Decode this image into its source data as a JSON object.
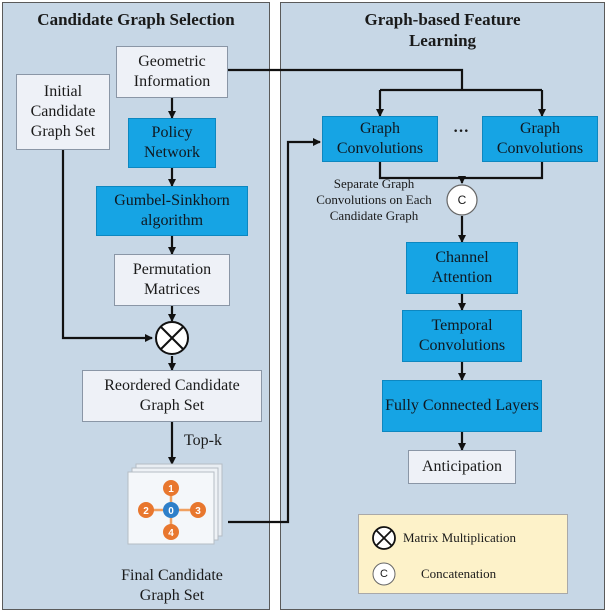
{
  "left_panel": {
    "title": "Candidate Graph Selection",
    "geometric_info": "Geometric Information",
    "initial_set": "Initial Candidate Graph Set",
    "policy_network": "Policy Network",
    "gumbel": "Gumbel-Sinkhorn algorithm",
    "permutation": "Permutation Matrices",
    "reordered": "Reordered Candidate Graph Set",
    "topk": "Top-k",
    "final_set": "Final Candidate Graph Set",
    "graph_nodes": [
      "0",
      "1",
      "2",
      "3",
      "4"
    ]
  },
  "right_panel": {
    "title": "Graph-based Feature Learning",
    "graph_conv_1": "Graph Convolutions",
    "graph_conv_2": "Graph Convolutions",
    "ellipsis": "···",
    "separate_note": "Separate Graph Convolutions on Each Candidate Graph",
    "concat_symbol": "C",
    "channel_attention": "Channel Attention",
    "temporal": "Temporal Convolutions",
    "fc_layers": "Fully Connected Layers",
    "anticipation": "Anticipation"
  },
  "legend": {
    "matrix_mult": "Matrix Multiplication",
    "concat_symbol": "C",
    "concatenation": "Concatenation"
  },
  "colors": {
    "panel": "#c7d7e6",
    "blue_box": "#16a4e4",
    "light_box": "#eef1f7",
    "legend_bg": "#fdf2c9",
    "node_orange": "#e8772e",
    "node_blue": "#2e7fc9"
  }
}
